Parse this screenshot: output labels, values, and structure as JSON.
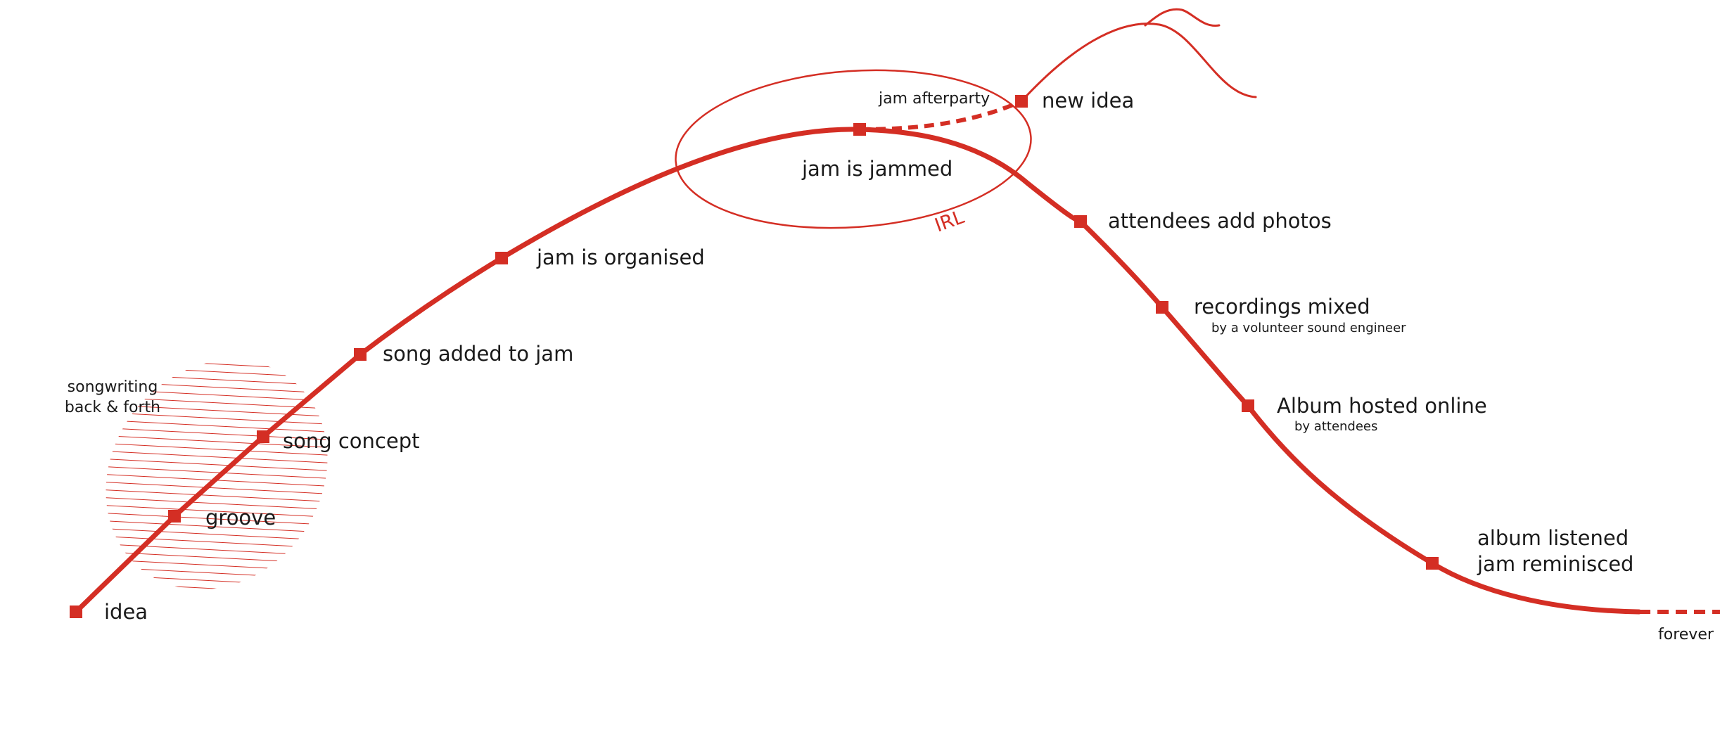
{
  "colors": {
    "accent": "#d42e24",
    "text": "#1a1a1a",
    "background": "#ffffff"
  },
  "milestones": {
    "idea": "idea",
    "groove": "groove",
    "song_concept": "song concept",
    "song_added": "song added to jam",
    "jam_organised": "jam is organised",
    "jam_jammed": "jam is jammed",
    "new_idea": "new idea",
    "attendees_photos": "attendees add photos",
    "recordings_mixed": "recordings mixed",
    "recordings_mixed_note": "by a volunteer sound engineer",
    "album_hosted": "Album hosted online",
    "album_hosted_note": "by attendees",
    "album_listened_line1": "album listened",
    "album_listened_line2": "jam reminisced"
  },
  "annotations": {
    "songwriting_line1": "songwriting",
    "songwriting_line2": "back & forth",
    "jam_afterparty": "jam afterparty",
    "irl": "IRL",
    "forever": "forever"
  }
}
